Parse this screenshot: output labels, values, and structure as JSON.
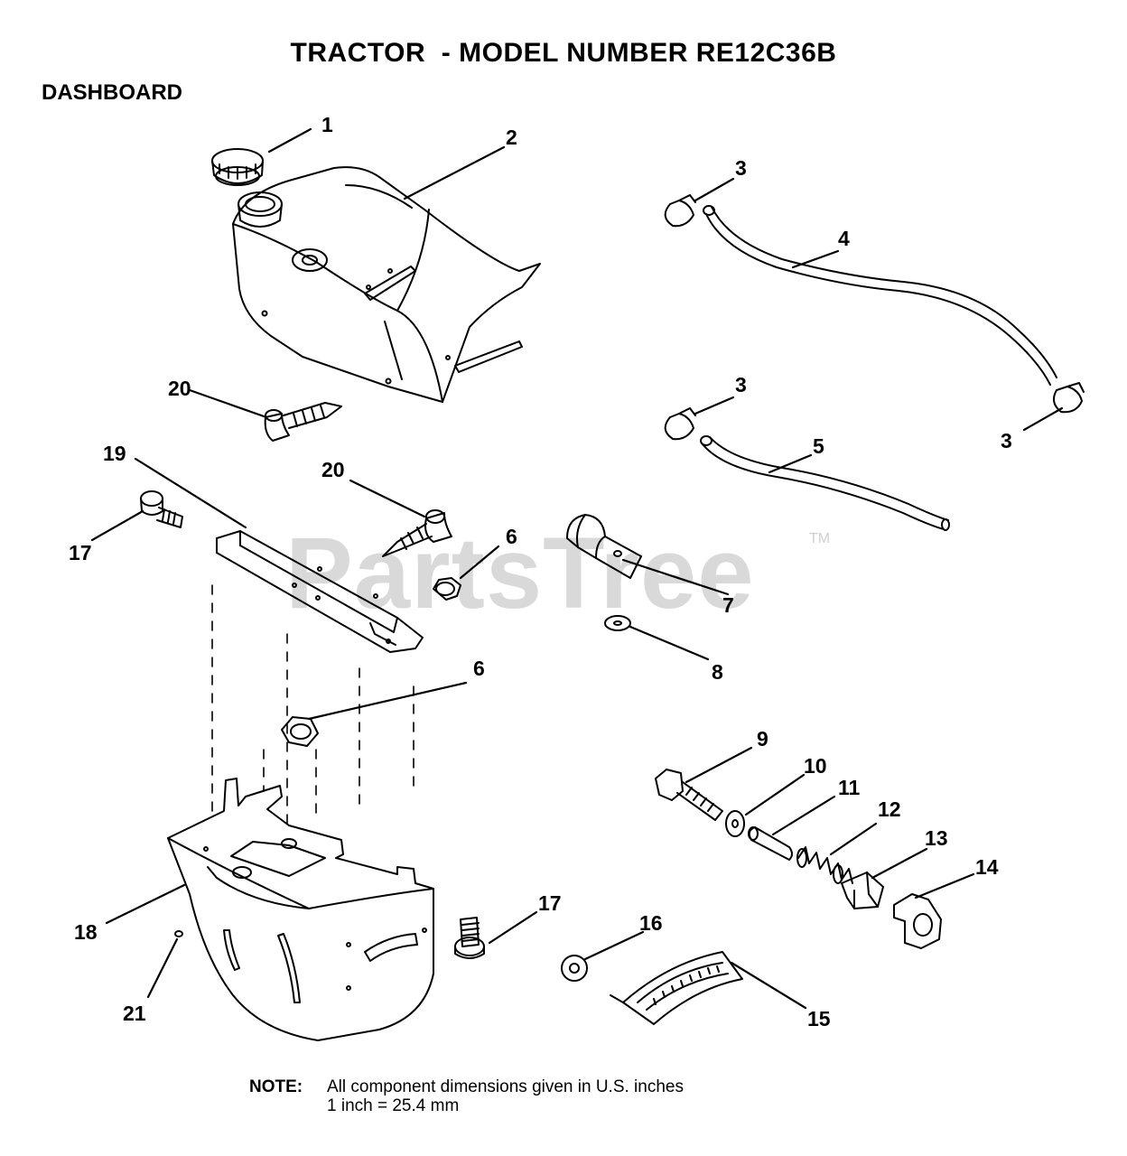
{
  "header": {
    "title": "TRACTOR  - MODEL NUMBER RE12C36B",
    "section": "DASHBOARD"
  },
  "watermark": {
    "text": "PartsTree",
    "trademark": "TM"
  },
  "callouts": {
    "p1": "1",
    "p2": "2",
    "p3a": "3",
    "p3b": "3",
    "p3c": "3",
    "p4": "4",
    "p5": "5",
    "p6a": "6",
    "p6b": "6",
    "p7": "7",
    "p8": "8",
    "p9": "9",
    "p10": "10",
    "p11": "11",
    "p12": "12",
    "p13": "13",
    "p14": "14",
    "p15": "15",
    "p16": "16",
    "p17a": "17",
    "p17b": "17",
    "p18": "18",
    "p19": "19",
    "p20a": "20",
    "p20b": "20",
    "p21": "21"
  },
  "note": {
    "label": "NOTE:",
    "line1": "All component dimensions given in U.S. inches",
    "line2": "1 inch = 25.4 mm"
  }
}
